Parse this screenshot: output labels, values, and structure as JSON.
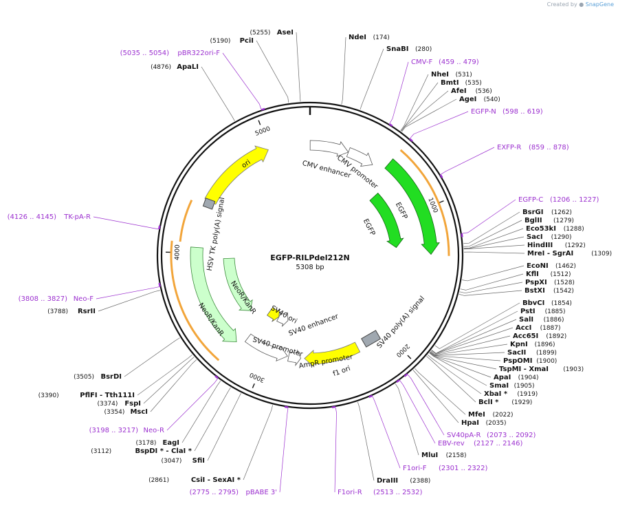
{
  "credit": {
    "prefix": "Created by",
    "brand": "SnapGene"
  },
  "plasmid": {
    "name": "EGFP-RILPdel212N",
    "size_label": "5308 bp",
    "length": 5308
  },
  "colors": {
    "primer": "#9b2fcf",
    "ori": "#ffff00",
    "egfp": "#22dd22",
    "neo": "#ccffcc",
    "promoter": "#ffffff",
    "f1ori": "#ffff00",
    "polyA": "#a0a8b0",
    "orf": "#f2a53a"
  },
  "ticks": [
    {
      "pos": 1000,
      "label": "1000"
    },
    {
      "pos": 2000,
      "label": "2000"
    },
    {
      "pos": 3000,
      "label": "3000"
    },
    {
      "pos": 4000,
      "label": "4000"
    },
    {
      "pos": 5000,
      "label": "5000"
    }
  ],
  "features": [
    {
      "name": "CMV enhancer",
      "type": "promoter",
      "start": 1,
      "end": 300
    },
    {
      "name": "CMV promoter",
      "type": "promoter",
      "start": 301,
      "end": 510
    },
    {
      "name": "EGFP",
      "type": "egfp",
      "start": 600,
      "end": 1320
    },
    {
      "name": "SV40 poly(A) signal",
      "type": "polyA",
      "start": 2050,
      "end": 2170
    },
    {
      "name": "f1 ori",
      "type": "f1ori",
      "start": 2250,
      "end": 2700
    },
    {
      "name": "AmpR promoter",
      "type": "promoter",
      "start": 2730,
      "end": 2830
    },
    {
      "name": "SV40 promoter",
      "type": "promoter",
      "start": 2840,
      "end": 3200
    },
    {
      "name": "SV40 ori",
      "type": "ori-small",
      "start": 3050,
      "end": 3180
    },
    {
      "name": "SV40 enhancer",
      "type": "promoter",
      "start": 2930,
      "end": 3050
    },
    {
      "name": "NeoR/KanR",
      "type": "neo",
      "start": 3250,
      "end": 4040
    },
    {
      "name": "HSV TK poly(A) signal",
      "type": "polyA",
      "start": 4050,
      "end": 4100
    },
    {
      "name": "ori",
      "type": "ori",
      "start": 4400,
      "end": 4990
    }
  ],
  "left_labels": [
    {
      "pos": 5255,
      "num": "(5255)",
      "name": "AseI"
    },
    {
      "pos": 5190,
      "num": "(5190)",
      "name": "PciI"
    },
    {
      "pos": 5035,
      "num": "(5035 .. 5054)",
      "name": "pBR322ori-F",
      "primer": true
    },
    {
      "pos": 4876,
      "num": "(4876)",
      "name": "ApaLI"
    },
    {
      "pos": 4126,
      "num": "(4126 .. 4145)",
      "name": "TK-pA-R",
      "primer": true
    },
    {
      "pos": 3808,
      "num": "(3808 .. 3827)",
      "name": "Neo-F",
      "primer": true
    },
    {
      "pos": 3788,
      "num": "(3788)",
      "name": "RsrII"
    },
    {
      "pos": 3505,
      "num": "(3505)",
      "name": "BsrDI"
    },
    {
      "pos": 3390,
      "num": "(3390)",
      "name": "PflFI  - Tth111I"
    },
    {
      "pos": 3374,
      "num": "(3374)",
      "name": "FspI"
    },
    {
      "pos": 3354,
      "num": "(3354)",
      "name": "MscI"
    },
    {
      "pos": 3198,
      "num": "(3198 .. 3217)",
      "name": "Neo-R",
      "primer": true
    },
    {
      "pos": 3178,
      "num": "(3178)",
      "name": "EagI"
    },
    {
      "pos": 3112,
      "num": "(3112)",
      "name": "BspDI *  - ClaI *"
    },
    {
      "pos": 3047,
      "num": "(3047)",
      "name": "SfiI"
    },
    {
      "pos": 2861,
      "num": "(2861)",
      "name": "CsiI  - SexAI *"
    },
    {
      "pos": 2775,
      "num": "(2775 .. 2795)",
      "name": "pBABE 3'",
      "primer": true
    }
  ],
  "right_labels": [
    {
      "pos": 174,
      "num": "(174)",
      "name": "NdeI"
    },
    {
      "pos": 280,
      "num": "(280)",
      "name": "SnaBI"
    },
    {
      "pos": 459,
      "num": "(459 .. 479)",
      "name": "CMV-F",
      "primer": true
    },
    {
      "pos": 531,
      "num": "(531)",
      "name": "NheI"
    },
    {
      "pos": 535,
      "num": "(535)",
      "name": "BmtI"
    },
    {
      "pos": 536,
      "num": "(536)",
      "name": "AfeI"
    },
    {
      "pos": 540,
      "num": "(540)",
      "name": "AgeI"
    },
    {
      "pos": 598,
      "num": "(598 .. 619)",
      "name": "EGFP-N",
      "primer": true
    },
    {
      "pos": 859,
      "num": "(859 .. 878)",
      "name": "EXFP-R",
      "primer": true
    },
    {
      "pos": 1206,
      "num": "(1206 .. 1227)",
      "name": "EGFP-C",
      "primer": true
    },
    {
      "pos": 1262,
      "num": "(1262)",
      "name": "BsrGI"
    },
    {
      "pos": 1279,
      "num": "(1279)",
      "name": "BglII"
    },
    {
      "pos": 1288,
      "num": "(1288)",
      "name": "Eco53kI"
    },
    {
      "pos": 1290,
      "num": "(1290)",
      "name": "SacI"
    },
    {
      "pos": 1292,
      "num": "(1292)",
      "name": "HindIII"
    },
    {
      "pos": 1309,
      "num": "(1309)",
      "name": "MreI  - SgrAI"
    },
    {
      "pos": 1462,
      "num": "(1462)",
      "name": "EcoNI"
    },
    {
      "pos": 1512,
      "num": "(1512)",
      "name": "KflI"
    },
    {
      "pos": 1528,
      "num": "(1528)",
      "name": "PspXI"
    },
    {
      "pos": 1542,
      "num": "(1542)",
      "name": "BstXI"
    },
    {
      "pos": 1854,
      "num": "(1854)",
      "name": "BbvCI"
    },
    {
      "pos": 1885,
      "num": "(1885)",
      "name": "PstI"
    },
    {
      "pos": 1886,
      "num": "(1886)",
      "name": "SalI"
    },
    {
      "pos": 1887,
      "num": "(1887)",
      "name": "AccI"
    },
    {
      "pos": 1892,
      "num": "(1892)",
      "name": "Acc65I"
    },
    {
      "pos": 1896,
      "num": "(1896)",
      "name": "KpnI"
    },
    {
      "pos": 1899,
      "num": "(1899)",
      "name": "SacII"
    },
    {
      "pos": 1900,
      "num": "(1900)",
      "name": "PspOMI"
    },
    {
      "pos": 1903,
      "num": "(1903)",
      "name": "TspMI  - XmaI"
    },
    {
      "pos": 1904,
      "num": "(1904)",
      "name": "ApaI"
    },
    {
      "pos": 1905,
      "num": "(1905)",
      "name": "SmaI"
    },
    {
      "pos": 1919,
      "num": "(1919)",
      "name": "XbaI *"
    },
    {
      "pos": 1929,
      "num": "(1929)",
      "name": "BclI *"
    },
    {
      "pos": 2022,
      "num": "(2022)",
      "name": "MfeI"
    },
    {
      "pos": 2035,
      "num": "(2035)",
      "name": "HpaI"
    },
    {
      "pos": 2073,
      "num": "(2073 .. 2092)",
      "name": "SV40pA-R",
      "primer": true
    },
    {
      "pos": 2127,
      "num": "(2127 .. 2146)",
      "name": "EBV-rev",
      "primer": true
    },
    {
      "pos": 2158,
      "num": "(2158)",
      "name": "MluI"
    },
    {
      "pos": 2301,
      "num": "(2301 .. 2322)",
      "name": "F1ori-F",
      "primer": true
    },
    {
      "pos": 2388,
      "num": "(2388)",
      "name": "DraIII"
    },
    {
      "pos": 2513,
      "num": "(2513 .. 2532)",
      "name": "F1ori-R",
      "primer": true
    }
  ]
}
